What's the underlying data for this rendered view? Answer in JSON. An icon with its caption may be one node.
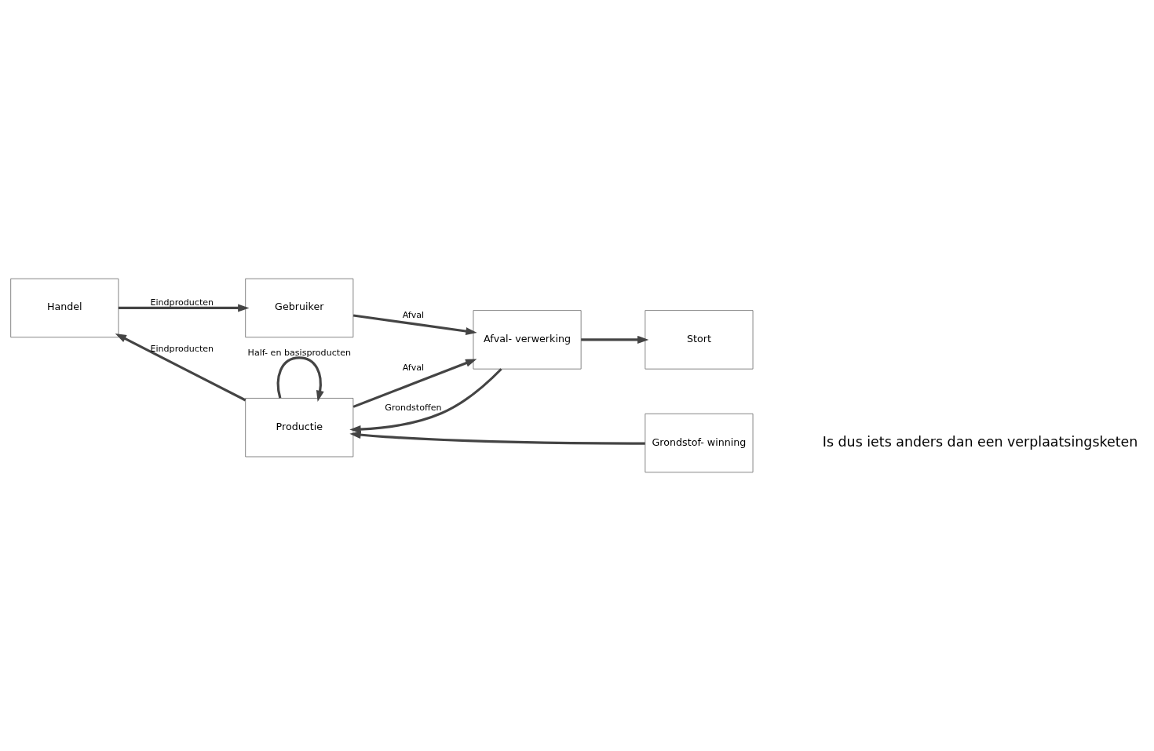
{
  "diagram": {
    "nodes": [
      {
        "text": [
          "Gebruiker"
        ]
      },
      {
        "text": [
          "Handel"
        ]
      },
      {
        "text": [
          "Afval- verwerking"
        ]
      },
      {
        "text": [
          "Stort"
        ]
      },
      {
        "text": [
          "Productie"
        ]
      },
      {
        "text": [
          "Grondstof- winning"
        ]
      }
    ],
    "edges": [
      {
        "from": 1,
        "to": 0,
        "arrow": "to",
        "label": "Eindproducten"
      },
      {
        "from": 0,
        "to": 2,
        "arrow": "to",
        "label": "Afval"
      },
      {
        "from": 2,
        "to": 3,
        "arrow": "to"
      },
      {
        "from": 4,
        "to": 2,
        "arrow": "to",
        "label": "Afval"
      },
      {
        "from": 2,
        "to": 4,
        "arrow": "to",
        "label": "Grondstoffen"
      },
      {
        "from": 4,
        "to": 1,
        "arrow": "to",
        "label": "Eindproducten"
      },
      {
        "from": 5,
        "to": 4,
        "arrow": "to"
      },
      {
        "from": 4,
        "to": 4,
        "arrow": "to",
        "label": "Half- en basisproducten"
      }
    ],
    "labels": [
      "Is dus iets anders dan een verplaatsingsketen"
    ]
  }
}
